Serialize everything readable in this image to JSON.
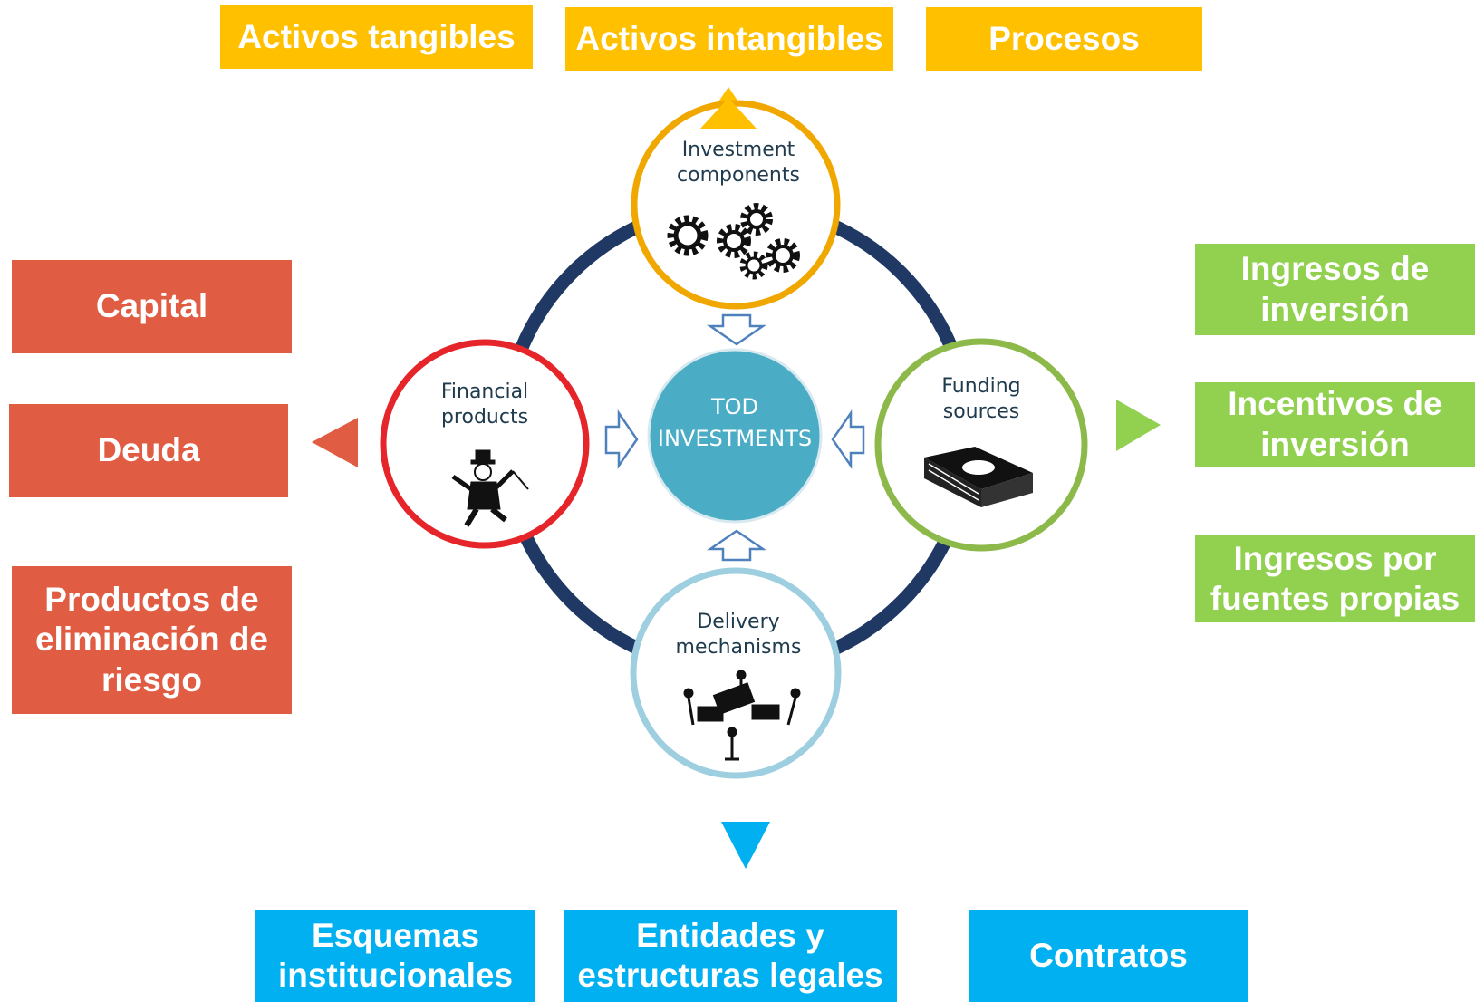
{
  "colors": {
    "investment": "#FFC000",
    "financial": "#E05C42",
    "funding": "#92D050",
    "delivery": "#00B0F0",
    "ring": "#1F3864",
    "center": "#4BACC6"
  },
  "hub": {
    "center_label_line1": "TOD",
    "center_label_line2": "INVESTMENTS"
  },
  "nodes": {
    "investment": {
      "line1": "Investment",
      "line2": "components",
      "icon": "gears-icon"
    },
    "financial": {
      "line1": "Financial",
      "line2": "products",
      "icon": "monopoly-man-icon"
    },
    "funding": {
      "line1": "Funding",
      "line2": "sources",
      "icon": "money-stack-icon"
    },
    "delivery": {
      "line1": "Delivery",
      "line2": "mechanisms",
      "icon": "people-puzzle-icon"
    }
  },
  "top_boxes": [
    "Activos tangibles",
    "Activos intangibles",
    "Procesos"
  ],
  "left_boxes": [
    "Capital",
    "Deuda",
    [
      "Productos de",
      "eliminación de",
      "riesgo"
    ]
  ],
  "right_boxes": [
    [
      "Ingresos de",
      "inversión"
    ],
    [
      "Incentivos de",
      "inversión"
    ],
    [
      "Ingresos por",
      "fuentes propias"
    ]
  ],
  "bottom_boxes": [
    [
      "Esquemas",
      "institucionales"
    ],
    [
      "Entidades y",
      "estructuras legales"
    ],
    "Contratos"
  ]
}
